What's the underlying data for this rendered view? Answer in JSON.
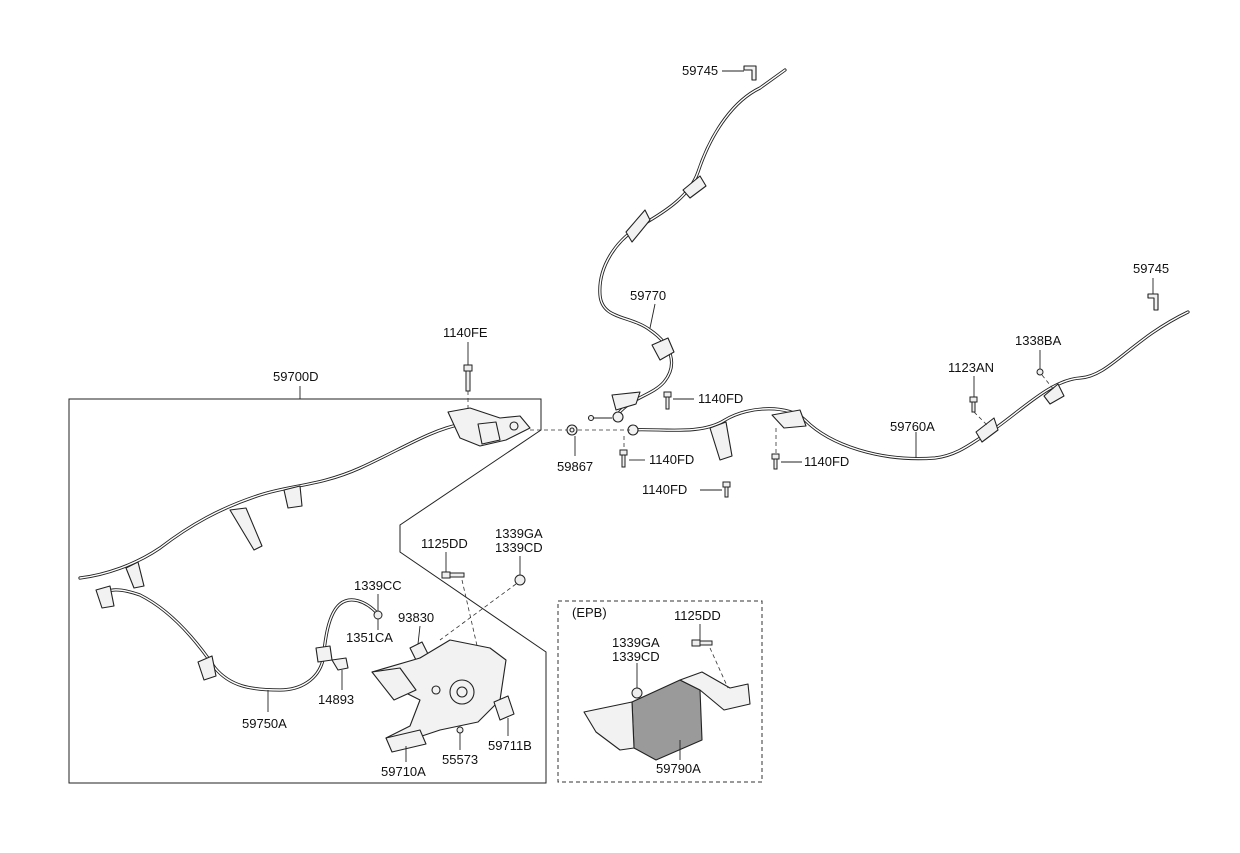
{
  "labels": {
    "p59745_top": "59745",
    "p59745_right": "59745",
    "p59770": "59770",
    "p1140FE": "1140FE",
    "p59700D": "59700D",
    "p1140FD_a": "1140FD",
    "p1140FD_b": "1140FD",
    "p1140FD_c": "1140FD",
    "p1140FD_d": "1140FD",
    "p59867": "59867",
    "p1123AN": "1123AN",
    "p1338BA": "1338BA",
    "p59760A": "59760A",
    "p1125DD": "1125DD",
    "p1339GA": "1339GA",
    "p1339CD": "1339CD",
    "p1339CC": "1339CC",
    "p1351CA": "1351CA",
    "p93830": "93830",
    "p14893": "14893",
    "p59750A": "59750A",
    "p59710A": "59710A",
    "p55573": "55573",
    "p59711B": "59711B",
    "epb_title": "(EPB)",
    "epb_1125DD": "1125DD",
    "epb_1339GA": "1339GA",
    "epb_1339CD": "1339CD",
    "epb_59790A": "59790A"
  }
}
